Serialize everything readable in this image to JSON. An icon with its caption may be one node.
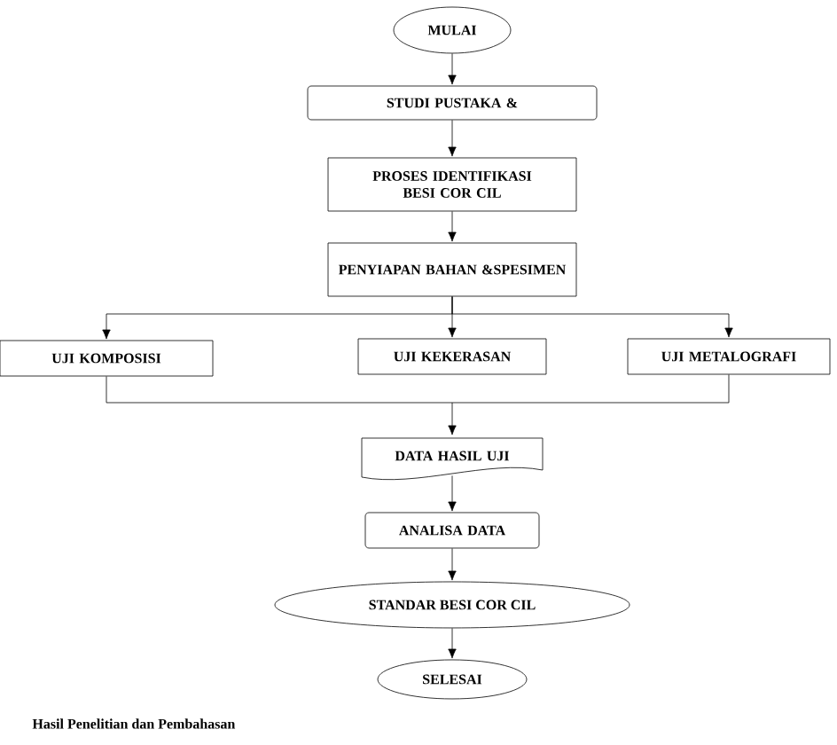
{
  "diagram": {
    "nodes": [
      {
        "text": [
          "MULAI"
        ]
      },
      {
        "text": [
          "STUDI PUSTAKA &"
        ]
      },
      {
        "text": [
          "PROSES IDENTIFIKASI BESI COR CIL"
        ]
      },
      {
        "text": [
          "PENYIAPAN BAHAN &SPESIMEN"
        ]
      },
      {
        "text": [
          "UJI KOMPOSISI"
        ]
      },
      {
        "text": [
          "UJI KEKERASAN"
        ]
      },
      {
        "text": [
          "UJI METALOGRAFI"
        ]
      },
      {
        "text": [
          "DATA HASIL UJI"
        ]
      },
      {
        "text": [
          "ANALISA DATA"
        ]
      },
      {
        "text": [
          "STANDAR BESI COR CIL"
        ]
      },
      {
        "text": [
          "SELESAI"
        ]
      }
    ],
    "edges": [
      {
        "from": 0,
        "to": 1,
        "arrow": "to"
      },
      {
        "from": 1,
        "to": 2,
        "arrow": "to"
      },
      {
        "from": 2,
        "to": 3,
        "arrow": "to"
      },
      {
        "from": 3,
        "to": 4,
        "arrow": "to"
      },
      {
        "from": 3,
        "to": 5,
        "arrow": "to"
      },
      {
        "from": 3,
        "to": 6,
        "arrow": "to"
      },
      {
        "from": 4,
        "to": 7,
        "arrow": "to"
      },
      {
        "from": 6,
        "to": 7,
        "arrow": "to"
      },
      {
        "from": 7,
        "to": 8,
        "arrow": "to"
      },
      {
        "from": 8,
        "to": 9,
        "arrow": "to"
      },
      {
        "from": 9,
        "to": 10,
        "arrow": "to"
      }
    ],
    "labels": [
      "Hasil Penelitian dan Pembahasan"
    ]
  }
}
